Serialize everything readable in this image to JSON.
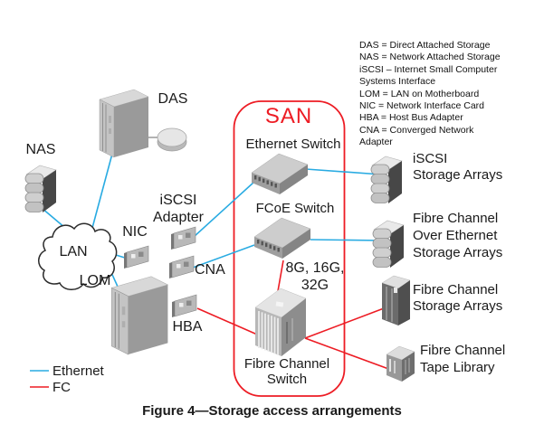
{
  "glossary": {
    "lines": [
      "DAS = Direct Attached Storage",
      "NAS = Network Attached Storage",
      "iSCSI – Internet Small Computer",
      "Systems Interface",
      "LOM = LAN on Motherboard",
      "NIC = Network Interface Card",
      "HBA = Host Bus Adapter",
      "CNA = Converged Network",
      "Adapter"
    ]
  },
  "nodes": {
    "das": "DAS",
    "nas": "NAS",
    "lan": "LAN",
    "lom": "LOM",
    "nic": "NIC",
    "iscsi_adapter": [
      "iSCSI",
      "Adapter"
    ],
    "cna": "CNA",
    "hba": "HBA"
  },
  "san": {
    "label": "SAN",
    "ethernet_switch": "Ethernet Switch",
    "fcoe_switch": "FCoE Switch",
    "fc_switch": [
      "Fibre Channel",
      "Switch"
    ],
    "fc_speeds": [
      "8G, 16G,",
      "32G"
    ]
  },
  "storage": {
    "iscsi_arrays": [
      "iSCSI",
      "Storage Arrays"
    ],
    "fcoe_arrays": [
      "Fibre Channel",
      "Over Ethernet",
      "Storage Arrays"
    ],
    "fc_arrays": [
      "Fibre Channel",
      "Storage Arrays"
    ],
    "tape_library": [
      "Fibre Channel",
      "Tape Library"
    ]
  },
  "legend": {
    "ethernet": "Ethernet",
    "fc": "FC"
  },
  "caption": "Figure 4—Storage access arrangements",
  "colors": {
    "c-ethernet": "#29ABE2",
    "c-fc": "#ED1C24",
    "c-san": "#ED1C24",
    "c-text": "#1A1A1A"
  }
}
